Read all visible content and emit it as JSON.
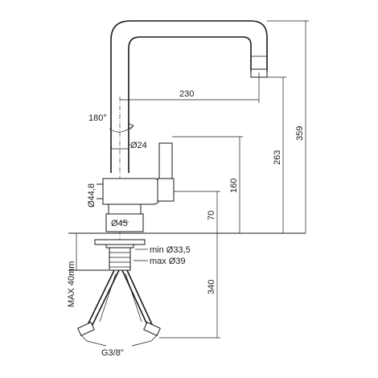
{
  "dimensions": {
    "reach": "230",
    "total_height": "359",
    "spout_height": "263",
    "handle_height": "160",
    "body_height": "70",
    "below_counter": "340",
    "max_thickness": "MAX 40mm",
    "rotation": "180°",
    "spout_diameter": "Ø24",
    "body_diameter": "Ø44,8",
    "base_diameter": "Ø45",
    "hole_min": "min Ø33,5",
    "hole_max": "max Ø39",
    "thread": "G3/8\""
  }
}
